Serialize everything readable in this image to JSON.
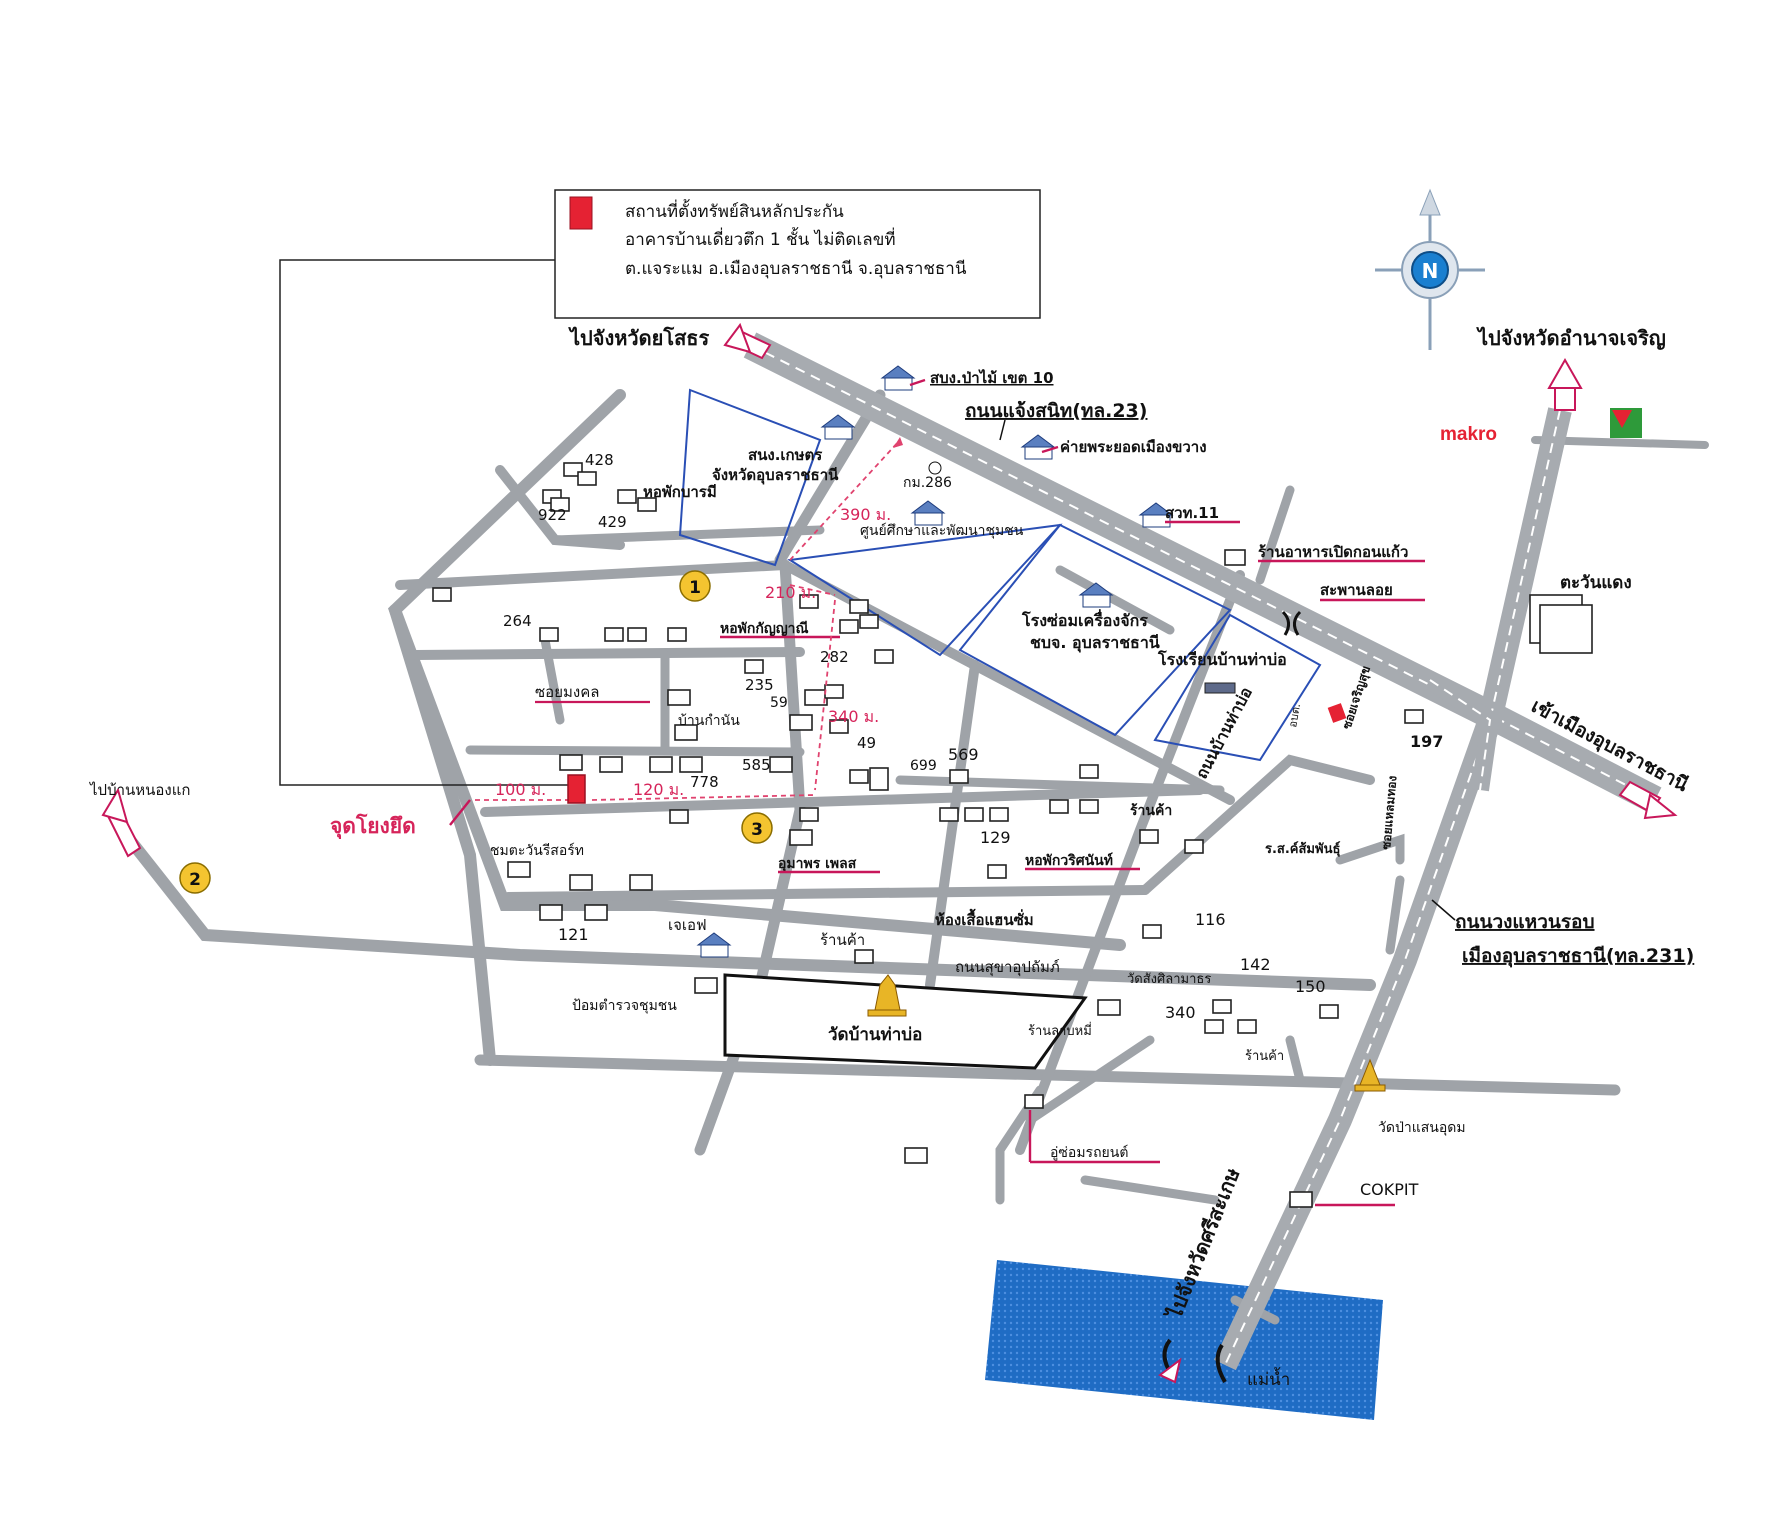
{
  "legend": {
    "line1": "สถานที่ตั้งทรัพย์สินหลักประกัน",
    "line2": "อาคารบ้านเดี่ยวตึก 1 ชั้น ไม่ติดเลขที่",
    "line3": "ต.แจระแม อ.เมืองอุบลราชธานี จ.อุบลราชธานี",
    "marker_color": "#e52233"
  },
  "compass": {
    "letter": "N"
  },
  "directions": {
    "yasothon": "ไปจังหวัดยโสธร",
    "amnat": "ไปจังหวัดอำนาจเจริญ",
    "nong_kae": "ไปบ้านหนองแก",
    "city": "เข้าเมืองอุบลราชธานี",
    "sisaket": "ไปจังหวัดศรีสะเกษ"
  },
  "roads": {
    "chaeng_sanit": "ถนนแจ้งสนิท(ทล.23)",
    "ring_1": "ถนนวงแหวนรอบ",
    "ring_2": "เมืองอุบลราชธานี(ทล.231)",
    "ban_tha_bo": "ถนนบ้านท่าบ่อ",
    "sukha": "ถนนสุขาอุปถัมภ์",
    "soi_mongkol": "ซอยมงคล"
  },
  "places": {
    "forestry": "สบง.ป่าไม้ เขต 10",
    "agri_1": "สนง.เกษตร",
    "agri_2": "จังหวัดอุบลราชธานี",
    "km286": "กม.286",
    "police": "ค่ายพระยอดเมืองขวาง",
    "edu_center": "ศูนย์ศึกษาและพัฒนาชุมชน",
    "sawt": "สวท.11",
    "duck_shop": "ร้านอาหารเปิดกอนแก้ว",
    "bridge": "สะพานลอย",
    "machine_1": "โรงซ่อมเครื่องจักร",
    "machine_2": "ชบจ. อุบลราชธานี",
    "school": "โรงเรียนบ้านท่าบ่อ",
    "makro": "makro",
    "tawan": "ตะวันแดง",
    "dorm_barami": "หอพักบารมี",
    "dorm_kanya": "หอพักกัญญาณี",
    "kamnan": "บ้านกำนัน",
    "tawan_resort": "ชมตะวันรีสอร์ท",
    "umaporn": "อุมาพร เพลส",
    "shop": "ร้านค้า",
    "dorm_wiset": "หอพักวริศนันท์",
    "rj_coffee": "ร.ส.ค์ส้มพันธุ์",
    "room_handsome": "ห้องเสื้อแฮนซั่ม",
    "jeff": "เจเอฟ",
    "police_box": "ป้อมตำรวจชุมชน",
    "temple_thabo": "วัดบ้านท่าบ่อ",
    "sangsiri": "วัดสังศิลามาธร",
    "shop2": "ร้านค้า",
    "noodle": "ร้านลาบหมี่",
    "garage": "อู่ซ่อมรถยนต์",
    "temple_pa": "วัดป่าแสนอุดม",
    "cokpit": "COKPIT",
    "river": "แม่น้ำ",
    "small_1": "ซอยเจริญสุข",
    "small_2": "ซอยแหลมทอง",
    "small_3": "อบต.",
    "landmark": "จุดโยงยึด"
  },
  "numbers": {
    "n428": "428",
    "n922": "922",
    "n429": "429",
    "n264": "264",
    "n235": "235",
    "n282": "282",
    "n59": "59",
    "n49": "49",
    "n585": "585",
    "n778": "778",
    "n699": "699",
    "n569": "569",
    "n129": "129",
    "n121": "121",
    "n116": "116",
    "n142": "142",
    "n150": "150",
    "n340": "340",
    "n197": "197"
  },
  "distances": {
    "d390": "390 ม.",
    "d210": "210 ม.",
    "d340": "340 ม.",
    "d100": "100 ม.",
    "d120": "120 ม."
  },
  "markers": {
    "m1": "1",
    "m2": "2",
    "m3": "3"
  },
  "colors": {
    "road": "#9fa3a8",
    "highlight": "#c8175a",
    "marker_fill": "#f4c430",
    "river": "#1f6cc4",
    "temple": "#e8b526",
    "zone": "#2a4fb5"
  }
}
